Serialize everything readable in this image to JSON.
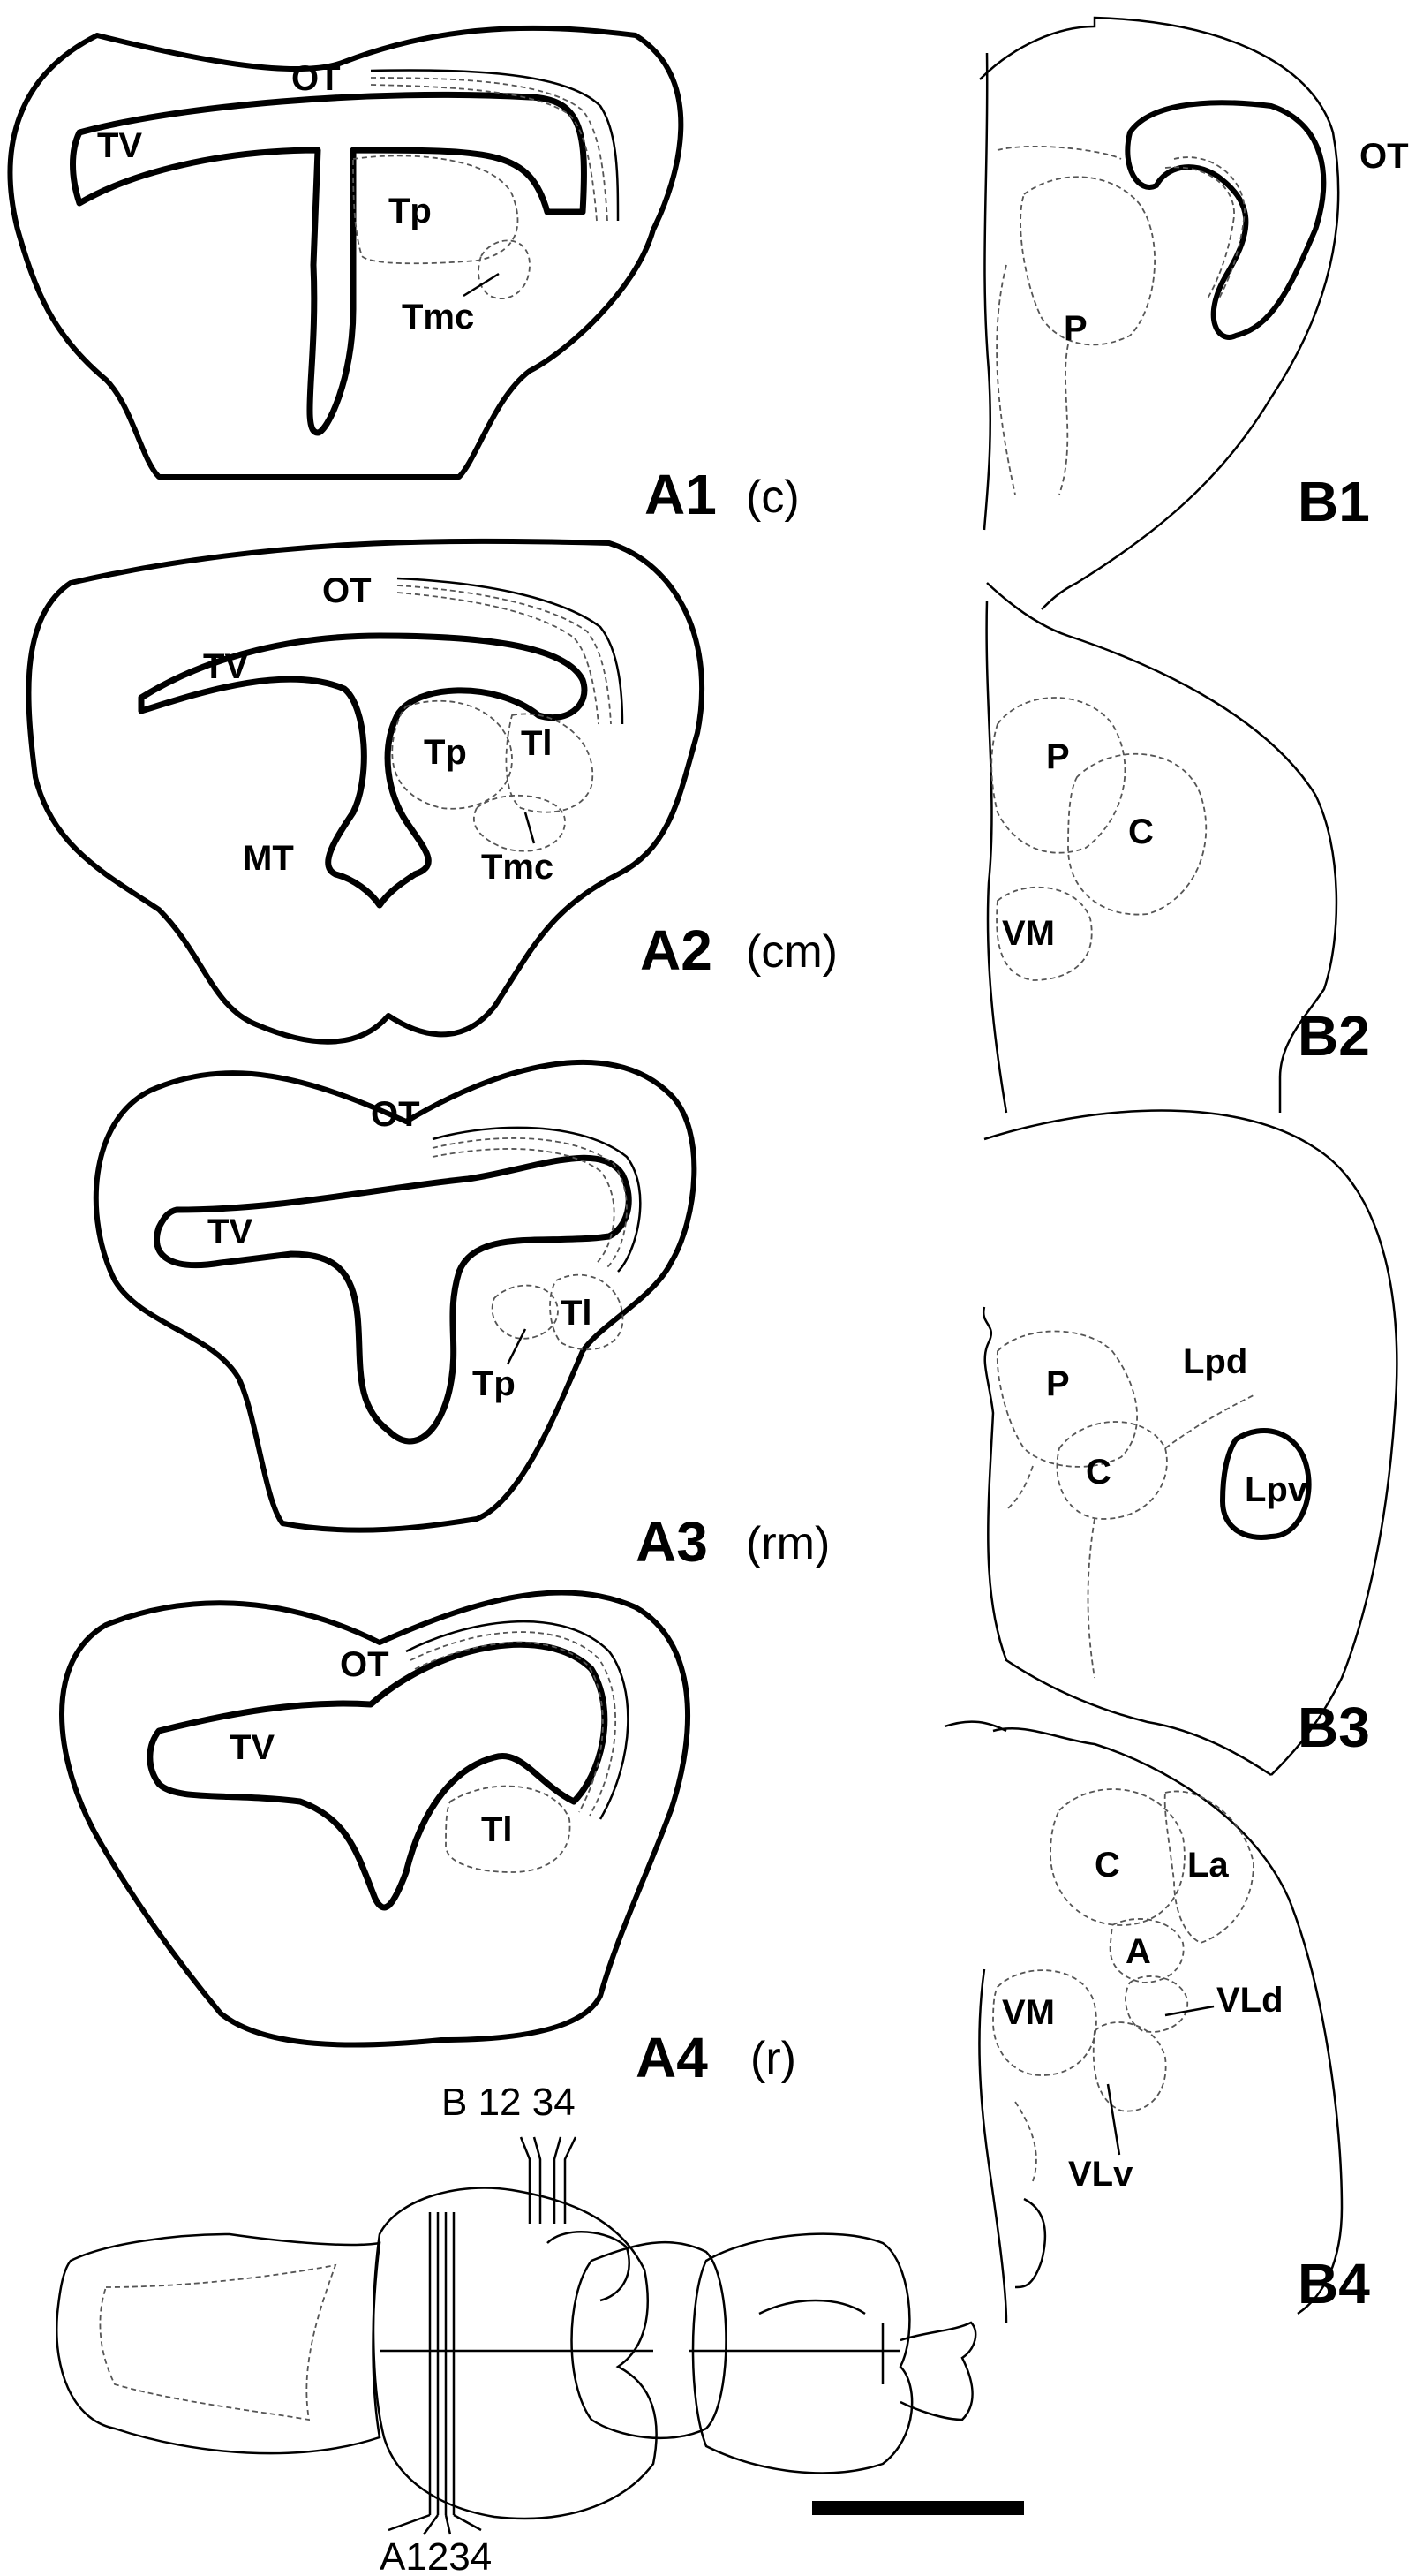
{
  "panels": {
    "a1": {
      "id": "A1",
      "pos": "(c)",
      "labels": {
        "ot": "OT",
        "tv": "TV",
        "tp": "Tp",
        "tmc": "Tmc"
      }
    },
    "a2": {
      "id": "A2",
      "pos": "(cm)",
      "labels": {
        "ot": "OT",
        "tv": "TV",
        "tp": "Tp",
        "tl": "Tl",
        "mt": "MT",
        "tmc": "Tmc"
      }
    },
    "a3": {
      "id": "A3",
      "pos": "(rm)",
      "labels": {
        "ot": "OT",
        "tv": "TV",
        "tl": "Tl",
        "tp": "Tp"
      }
    },
    "a4": {
      "id": "A4",
      "pos": "(r)",
      "labels": {
        "ot": "OT",
        "tv": "TV",
        "tl": "Tl"
      }
    },
    "b1": {
      "id": "B1",
      "labels": {
        "ot": "OT",
        "p": "P"
      }
    },
    "b2": {
      "id": "B2",
      "labels": {
        "p": "P",
        "c": "C",
        "vm": "VM"
      }
    },
    "b3": {
      "id": "B3",
      "labels": {
        "lpd": "Lpd",
        "p": "P",
        "c": "C",
        "lpv": "Lpv"
      }
    },
    "b4": {
      "id": "B4",
      "labels": {
        "c": "C",
        "la": "La",
        "a": "A",
        "vld": "VLd",
        "vm": "VM",
        "vlv": "VLv"
      }
    }
  },
  "brain_schematic": {
    "b_levels": "B 12 34",
    "a_levels": "A1234"
  }
}
